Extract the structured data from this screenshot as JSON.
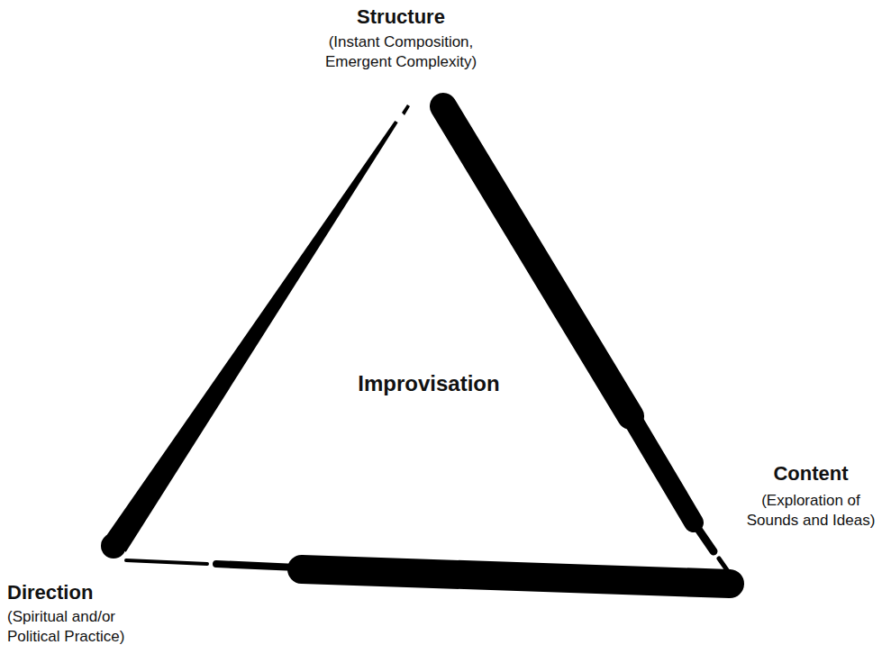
{
  "diagram": {
    "labels": [
      "Structure",
      "(Instant Composition, Emergent Complexity)",
      "Improvisation",
      "Content",
      "(Exploration of Sounds and Ideas)",
      "Direction",
      "(Spiritual and/or Political Practice)"
    ]
  }
}
